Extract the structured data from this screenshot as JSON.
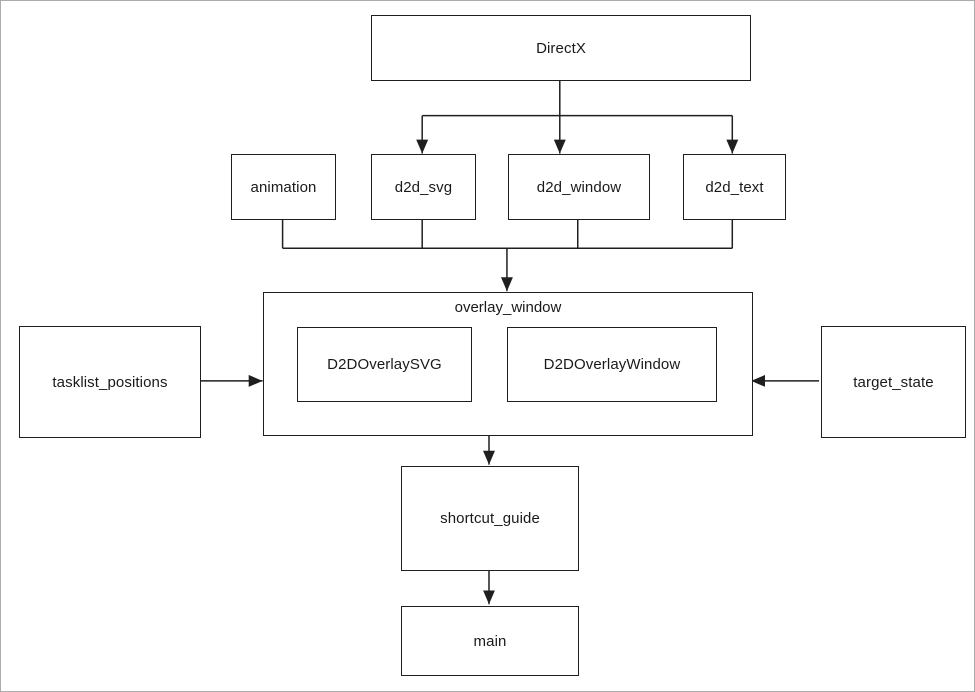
{
  "diagram": {
    "kind": "module-dependency-flowchart",
    "nodes": {
      "directx": "DirectX",
      "animation": "animation",
      "d2d_svg": "d2d_svg",
      "d2d_window": "d2d_window",
      "d2d_text": "d2d_text",
      "overlay_window": "overlay_window",
      "d2d_overlay_svg": "D2DOverlaySVG",
      "d2d_overlay_window": "D2DOverlayWindow",
      "tasklist_positions": "tasklist_positions",
      "target_state": "target_state",
      "shortcut_guide": "shortcut_guide",
      "main": "main"
    },
    "edges": [
      {
        "from": "DirectX",
        "to": "d2d_svg"
      },
      {
        "from": "DirectX",
        "to": "d2d_window"
      },
      {
        "from": "DirectX",
        "to": "d2d_text"
      },
      {
        "from": "animation",
        "to": "overlay_window"
      },
      {
        "from": "d2d_svg",
        "to": "overlay_window"
      },
      {
        "from": "d2d_window",
        "to": "overlay_window"
      },
      {
        "from": "d2d_text",
        "to": "overlay_window"
      },
      {
        "from": "tasklist_positions",
        "to": "overlay_window"
      },
      {
        "from": "target_state",
        "to": "overlay_window"
      },
      {
        "from": "overlay_window",
        "to": "shortcut_guide"
      },
      {
        "from": "shortcut_guide",
        "to": "main"
      }
    ],
    "contains": [
      {
        "parent": "overlay_window",
        "children": [
          "D2DOverlaySVG",
          "D2DOverlayWindow"
        ]
      }
    ],
    "colors": {
      "background": "#ffffff",
      "line": "#1f1f1f",
      "box_border": "#1f1f1f",
      "text": "#1a1a1a"
    }
  }
}
